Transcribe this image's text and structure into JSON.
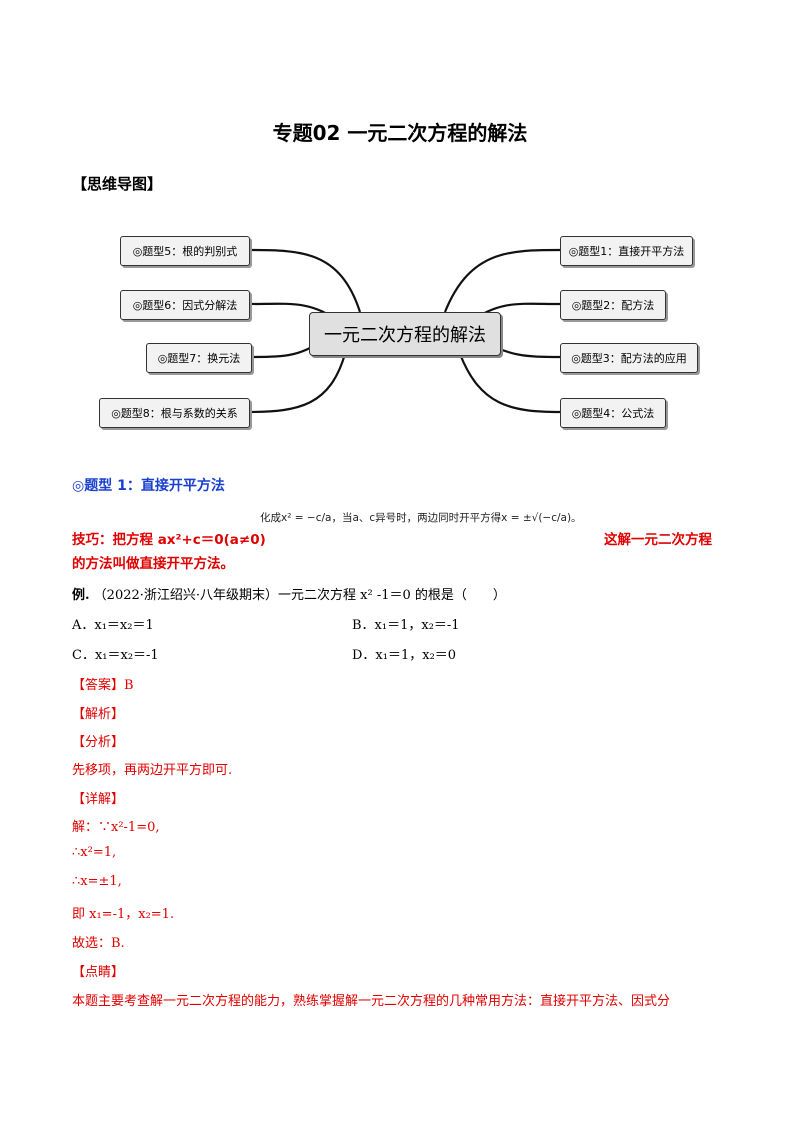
{
  "title": "专题02  一元二次方程的解法",
  "mindmap": {
    "heading": "【思维导图】",
    "center": "一元二次方程的解法",
    "left_items": [
      "◎题型5：根的判别式",
      "◎题型6：因式分解法",
      "◎题型7：换元法",
      "◎题型8：根与系数的关系"
    ],
    "right_items": [
      "◎题型1：直接开平方法",
      "◎题型2：配方法",
      "◎题型3：配方法的应用",
      "◎题型4：公式法"
    ]
  },
  "section1": {
    "heading": "◎题型 1：直接开平方法",
    "formula_note": "化成x² = −c/a，当a、c异号时，两边同时开平方得x = ±√(−c/a)。",
    "tip_line1": "技巧：把方程 ax²+c＝0(a≠0)",
    "tip_tail": "这解一元二次方程",
    "tip_line2": "的方法叫做直接开平方法。"
  },
  "example": {
    "label": "例.",
    "question": "（2022·浙江绍兴·八年级期末）一元二次方程 x² -1＝0 的根是（　　）",
    "options": {
      "A": "A．x₁＝x₂＝1",
      "B": "B．x₁＝1，x₂＝-1",
      "C": "C．x₁＝x₂＝-1",
      "D": "D．x₁＝1，x₂＝0"
    }
  },
  "answer": {
    "answer_line": "【答案】B",
    "analysis_head": "【解析】",
    "fenxi_head": "【分析】",
    "fenxi_text": "先移项，再两边开平方即可.",
    "detail_head": "【详解】",
    "steps": [
      "解：∵x²-1=0,",
      "∴x²=1,",
      "∴x=±1,",
      "即 x₁=-1，x₂=1.",
      "故选：B."
    ],
    "comment_head": "【点睛】",
    "comment_text": "本题主要考查解一元二次方程的能力，熟练掌握解一元二次方程的几种常用方法：直接开平方法、因式分"
  }
}
